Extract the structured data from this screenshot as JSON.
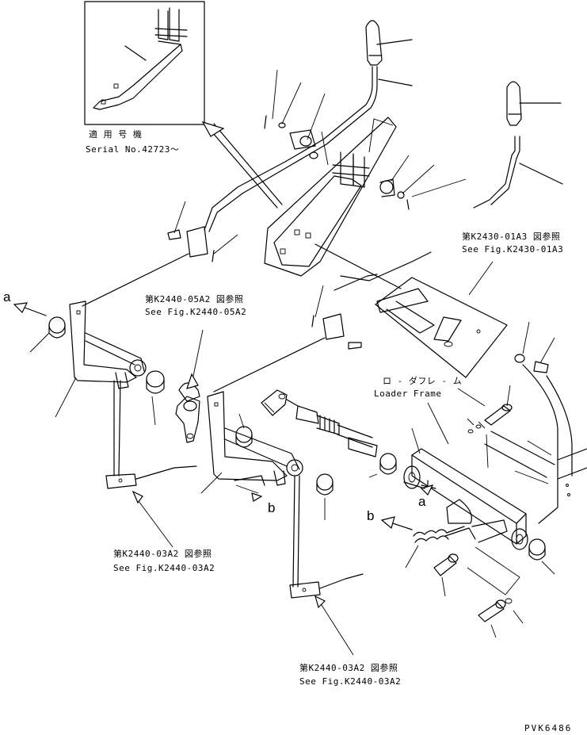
{
  "inset": {
    "applicable_label": "適 用 号 機",
    "serial_label": "Serial No.42723～"
  },
  "references": [
    {
      "jp": "第K2430-01A3 図参照",
      "en": "See Fig.K2430-01A3"
    },
    {
      "jp": "第K2440-05A2 図参照",
      "en": "See Fig.K2440-05A2"
    },
    {
      "jp": "第K2440-03A2 図参照",
      "en": "See Fig.K2440-03A2"
    },
    {
      "jp": "第K2440-03A2 図参照",
      "en": "See Fig.K2440-03A2"
    }
  ],
  "loader_frame": {
    "jp": "ロ - ダフレ - ム",
    "en": "Loader Frame"
  },
  "markers": {
    "a1": "a",
    "a2": "a",
    "b1": "b",
    "b2": "b"
  },
  "drawing_code": "PVK6486"
}
